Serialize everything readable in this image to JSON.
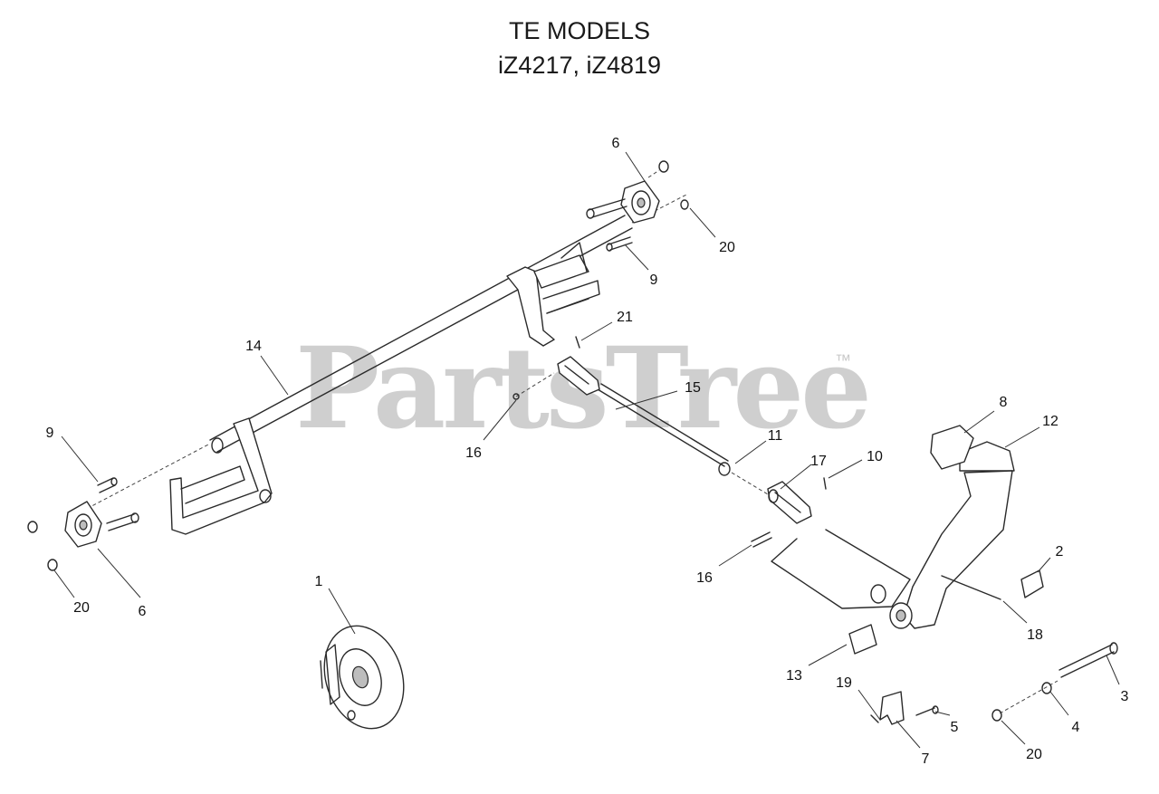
{
  "title": {
    "line1": "TE MODELS",
    "line2": "iZ4217, iZ4819"
  },
  "watermark": {
    "text": "PartsTree",
    "trademark": "™"
  },
  "callouts": [
    "1",
    "2",
    "3",
    "4",
    "5",
    "6",
    "6",
    "7",
    "8",
    "9",
    "9",
    "10",
    "11",
    "12",
    "13",
    "14",
    "15",
    "16",
    "16",
    "17",
    "18",
    "19",
    "20",
    "20",
    "20",
    "21"
  ],
  "colors": {
    "line": "#2a2a2a",
    "watermark": "#cfcfcf",
    "background": "#ffffff"
  }
}
